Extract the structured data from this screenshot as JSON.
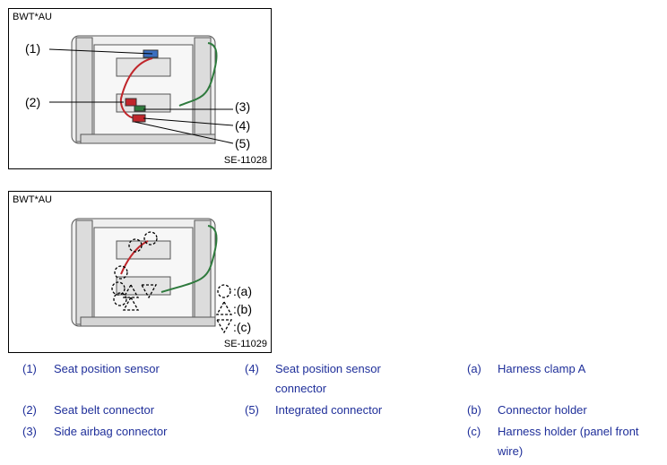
{
  "figures": [
    {
      "model_tag": "BWT*AU",
      "code": "SE-11028",
      "callouts": [
        "(1)",
        "(2)",
        "(3)",
        "(4)",
        "(5)"
      ]
    },
    {
      "model_tag": "BWT*AU",
      "code": "SE-11029",
      "symbols": [
        ":(a)",
        ":(b)",
        ":(c)"
      ]
    }
  ],
  "legend": {
    "col1": [
      {
        "num": "(1)",
        "text": "Seat position sensor"
      },
      {
        "num": "(2)",
        "text": "Seat belt connector"
      },
      {
        "num": "(3)",
        "text": "Side airbag connector"
      }
    ],
    "col2": [
      {
        "num": "(4)",
        "text_line1": "Seat position sensor",
        "text_line2": "connector"
      },
      {
        "num": "(5)",
        "text": "Integrated connector"
      }
    ],
    "col3": [
      {
        "num": "(a)",
        "text": "Harness clamp A"
      },
      {
        "num": "(b)",
        "text": "Connector holder"
      },
      {
        "num": "(c)",
        "text_line1": "Harness holder (panel front",
        "text_line2": "wire)"
      }
    ]
  },
  "colors": {
    "legend_text": "#1f2f9a",
    "harness_red": "#c0262b",
    "harness_green": "#2e7a3d"
  }
}
